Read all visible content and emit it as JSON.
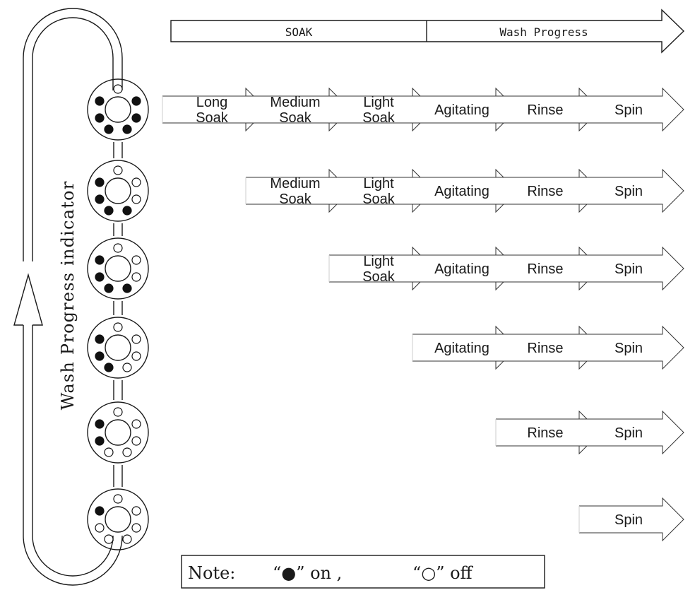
{
  "header_bar": {
    "soak_label": "SOAK",
    "progress_label": "Wash Progress"
  },
  "side_label": "Wash Progress indicator",
  "rows": [
    {
      "stages": [
        [
          "Long",
          "Soak"
        ],
        [
          "Medium",
          "Soak"
        ],
        [
          "Light",
          "Soak"
        ],
        [
          "Agitating"
        ],
        [
          "Rinse"
        ],
        [
          "Spin"
        ]
      ],
      "indicator": {
        "top": false,
        "left_upper": true,
        "right_upper": true,
        "left_lower": true,
        "right_lower": true,
        "bottom_left": true,
        "bottom_right": true
      }
    },
    {
      "stages": [
        [
          "Medium",
          "Soak"
        ],
        [
          "Light",
          "Soak"
        ],
        [
          "Agitating"
        ],
        [
          "Rinse"
        ],
        [
          "Spin"
        ]
      ],
      "indicator": {
        "top": false,
        "left_upper": true,
        "right_upper": false,
        "left_lower": true,
        "right_lower": false,
        "bottom_left": true,
        "bottom_right": true
      }
    },
    {
      "stages": [
        [
          "Light",
          "Soak"
        ],
        [
          "Agitating"
        ],
        [
          "Rinse"
        ],
        [
          "Spin"
        ]
      ],
      "indicator": {
        "top": false,
        "left_upper": true,
        "right_upper": false,
        "left_lower": true,
        "right_lower": false,
        "bottom_left": true,
        "bottom_right": true
      }
    },
    {
      "stages": [
        [
          "Agitating"
        ],
        [
          "Rinse"
        ],
        [
          "Spin"
        ]
      ],
      "indicator": {
        "top": false,
        "left_upper": true,
        "right_upper": false,
        "left_lower": true,
        "right_lower": false,
        "bottom_left": true,
        "bottom_right": false
      }
    },
    {
      "stages": [
        [
          "Rinse"
        ],
        [
          "Spin"
        ]
      ],
      "indicator": {
        "top": false,
        "left_upper": true,
        "right_upper": false,
        "left_lower": true,
        "right_lower": false,
        "bottom_left": false,
        "bottom_right": false
      }
    },
    {
      "stages": [
        [
          "Spin"
        ]
      ],
      "indicator": {
        "top": false,
        "left_upper": true,
        "right_upper": false,
        "left_lower": false,
        "right_lower": false,
        "bottom_left": false,
        "bottom_right": false
      }
    }
  ],
  "note": {
    "prefix": "Note:",
    "on_text": "“●” on ,",
    "off_text": "“○” off"
  }
}
